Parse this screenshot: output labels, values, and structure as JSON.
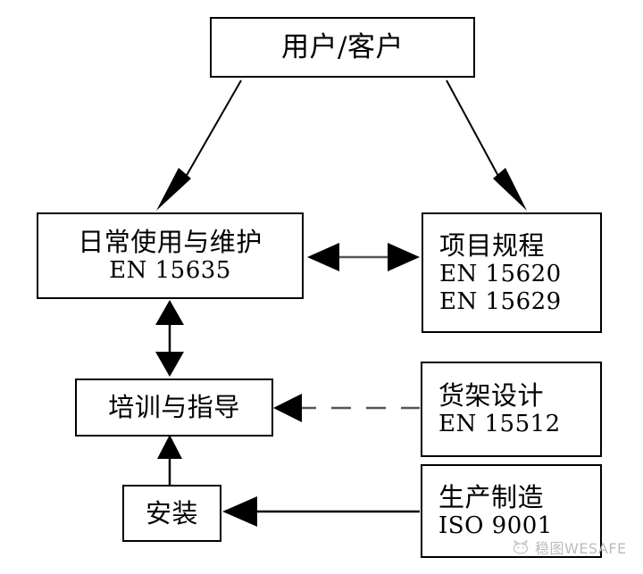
{
  "diagram": {
    "title": "Warehouse Racking Standards Flow Diagram",
    "background_color": "#ffffff",
    "stroke_color": "#000000",
    "nodes": {
      "user": {
        "name": "user-customer",
        "lines": [
          "用户/客户"
        ]
      },
      "usage": {
        "name": "daily-use-maintenance",
        "lines": [
          "日常使用与维护",
          "EN  15635"
        ]
      },
      "project": {
        "name": "project-specification",
        "lines": [
          "项目规程",
          "EN  15620",
          "EN  15629"
        ]
      },
      "training": {
        "name": "training-guidance",
        "lines": [
          "培训与指导"
        ]
      },
      "install": {
        "name": "installation",
        "lines": [
          "安装"
        ]
      },
      "rackdesign": {
        "name": "rack-design",
        "lines": [
          "货架设计",
          "EN  15512"
        ]
      },
      "manufacturing": {
        "name": "manufacturing",
        "lines": [
          "生产制造",
          "ISO  9001"
        ]
      }
    },
    "edges": [
      {
        "id": "user-to-usage",
        "from": "user",
        "to": "usage",
        "style": "solid",
        "arrows": "end"
      },
      {
        "id": "user-to-project",
        "from": "user",
        "to": "project",
        "style": "solid",
        "arrows": "end"
      },
      {
        "id": "usage-project",
        "from": "usage",
        "to": "project",
        "style": "solid",
        "arrows": "both"
      },
      {
        "id": "usage-training",
        "from": "usage",
        "to": "training",
        "style": "solid",
        "arrows": "both"
      },
      {
        "id": "rackdesign-to-training",
        "from": "rackdesign",
        "to": "training",
        "style": "dashed",
        "arrows": "end"
      },
      {
        "id": "install-to-training",
        "from": "install",
        "to": "training",
        "style": "solid",
        "arrows": "end"
      },
      {
        "id": "manufacturing-to-install",
        "from": "manufacturing",
        "to": "install",
        "style": "solid",
        "arrows": "end"
      }
    ]
  },
  "watermark": {
    "text": "稳图WESAFE",
    "icon": "cat-icon",
    "color": "#b9b9b9"
  }
}
